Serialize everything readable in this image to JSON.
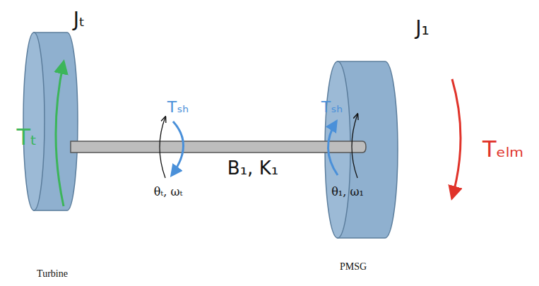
{
  "diagram": {
    "labels": [
      "Jₜ",
      "J₁",
      "Tₜ",
      "Tₛₕ",
      "Tₛₕ",
      "θₜ, ωₜ",
      "θ₁, ω₁",
      "B₁, K₁",
      "Tₑₗₘ",
      "Turbine",
      "PMSG"
    ]
  }
}
